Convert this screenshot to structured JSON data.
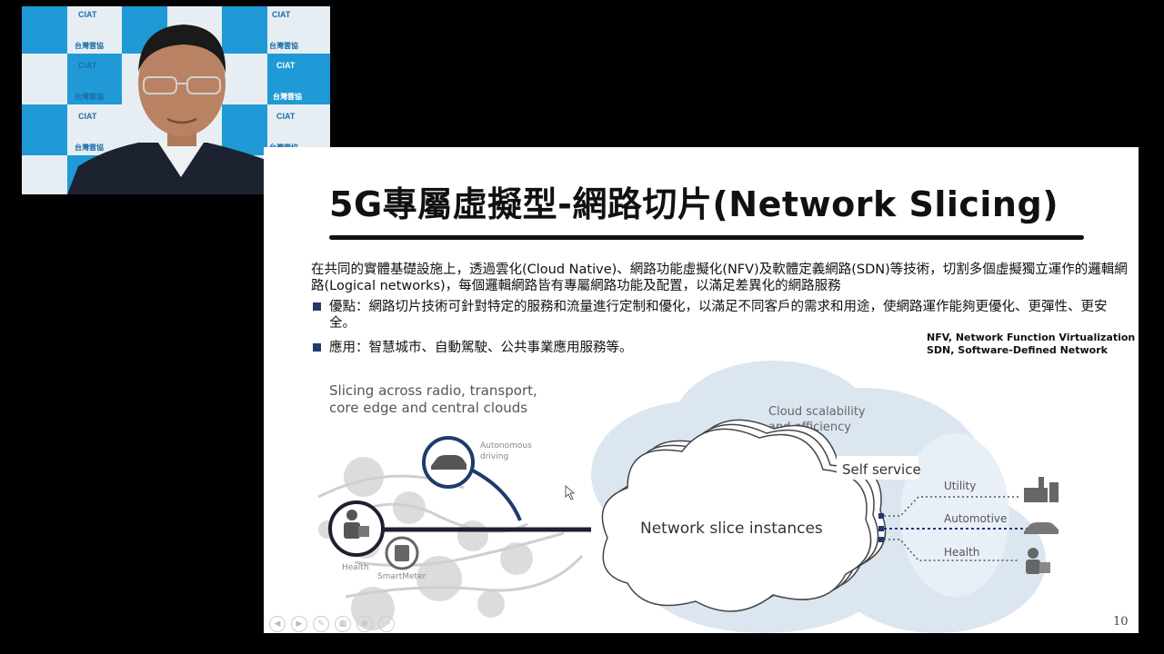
{
  "slide": {
    "title": "5G專屬虛擬型-網路切片(Network Slicing)",
    "intro": "在共同的實體基礎設施上，透過雲化(Cloud Native)、網路功能虛擬化(NFV)及軟體定義網路(SDN)等技術，切割多個虛擬獨立運作的邏輯網路(Logical networks)，每個邏輯網路皆有專屬網路功能及配置，以滿足差異化的網路服務",
    "bullets": [
      "優點：網路切片技術可針對特定的服務和流量進行定制和優化，以滿足不同客戶的需求和用途，使網路運作能夠更優化、更彈性、更安全。",
      "應用：智慧城市、自動駕駛、公共事業應用服務等。"
    ],
    "abbreviations": [
      "NFV, Network Function Virtualization",
      "SDN, Software-Defined Network"
    ],
    "page_number": "10"
  },
  "diagram": {
    "heading_line1": "Slicing across radio, transport,",
    "heading_line2": "core edge and central clouds",
    "autonomous_line1": "Autonomous",
    "autonomous_line2": "driving",
    "health_left": "Health",
    "smartmeter": "SmartMeter",
    "cloud_scalability_line1": "Cloud scalability",
    "cloud_scalability_line2": "and efficiency",
    "self_service": "Self service",
    "network_slice": "Network slice instances",
    "utility": "Utility",
    "automotive": "Automotive",
    "health_right": "Health"
  },
  "webcam": {
    "logo_text": "CIAT",
    "logo_subtext": "台灣雲協"
  },
  "colors": {
    "accent_navy": "#1e3a6e",
    "cloud_light": "#dbe6f0",
    "gray_circle": "#d9d9d9"
  },
  "icons": [
    "car-icon",
    "health-worker-icon",
    "smart-meter-icon",
    "factory-icon",
    "cursor-icon"
  ]
}
